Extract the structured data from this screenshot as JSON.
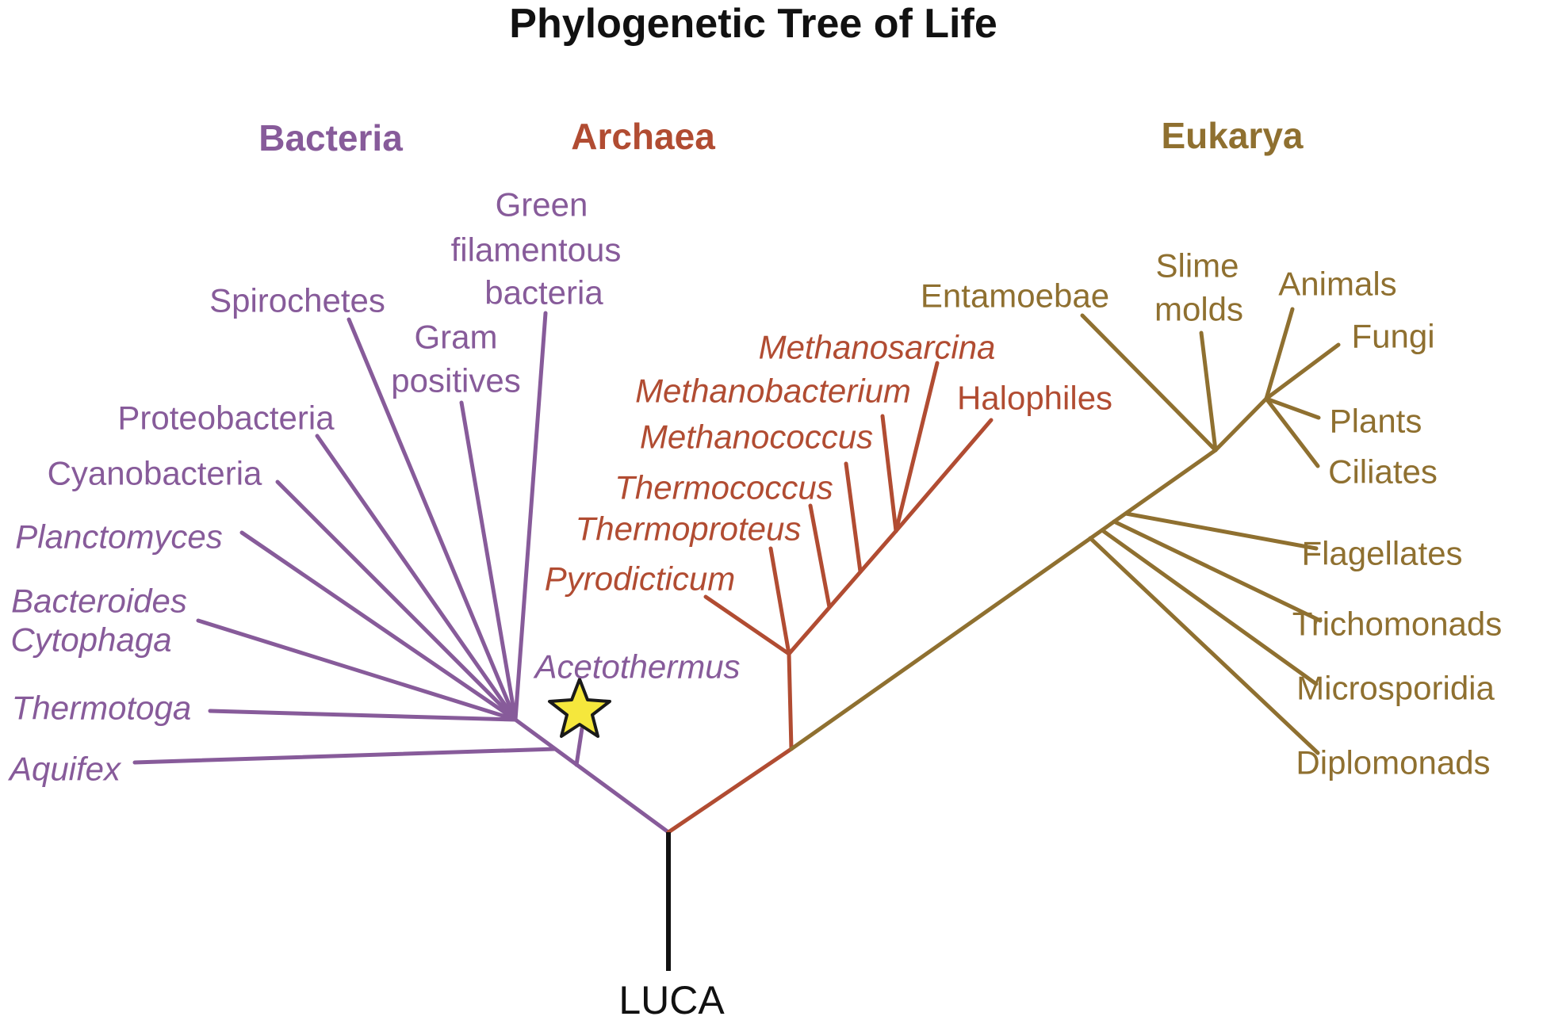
{
  "title": "Phylogenetic Tree of Life",
  "root": {
    "label": "LUCA"
  },
  "icons": {
    "acetothermus_marker": "star-icon"
  },
  "colors": {
    "bacteria": "#875b9a",
    "archaea": "#b14c32",
    "eukarya": "#8f7030",
    "root_line": "#111111",
    "title_text": "#111111",
    "star_fill": "#f5e73c",
    "star_stroke": "#1a1a1a"
  },
  "bacteria": {
    "header": "Bacteria",
    "taxa": {
      "green_filamentous": [
        "Green",
        "filamentous",
        "bacteria"
      ],
      "spirochetes": "Spirochetes",
      "gram_positives": [
        "Gram",
        "positives"
      ],
      "proteobacteria": "Proteobacteria",
      "cyanobacteria": "Cyanobacteria",
      "planctomyces": "Planctomyces",
      "bacteroides_cytophaga": [
        "Bacteroides",
        "Cytophaga"
      ],
      "thermotoga": "Thermotoga",
      "aquifex": "Aquifex",
      "acetothermus": "Acetothermus"
    }
  },
  "archaea": {
    "header": "Archaea",
    "taxa": {
      "methanosarcina": "Methanosarcina",
      "methanobacterium": "Methanobacterium",
      "methanococcus": "Methanococcus",
      "halophiles": "Halophiles",
      "thermococcus": "Thermococcus",
      "thermoproteus": "Thermoproteus",
      "pyrodicticum": "Pyrodicticum"
    }
  },
  "eukarya": {
    "header": "Eukarya",
    "taxa": {
      "entamoebae": "Entamoebae",
      "slime_molds": [
        "Slime",
        "molds"
      ],
      "animals": "Animals",
      "fungi": "Fungi",
      "plants": "Plants",
      "ciliates": "Ciliates",
      "flagellates": "Flagellates",
      "trichomonads": "Trichomonads",
      "microsporidia": "Microsporidia",
      "diplomonads": "Diplomonads"
    }
  }
}
